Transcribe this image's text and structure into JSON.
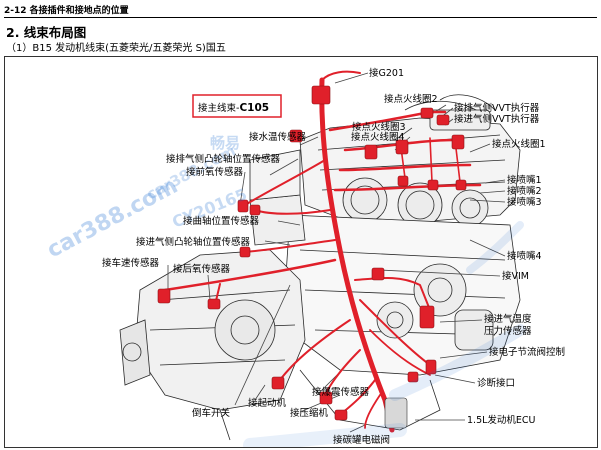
{
  "page_header": "2-12 各接插件和接地点的位置",
  "section_title": "2. 线束布局图",
  "sub_title": "（1）B15 发动机线束(五菱荣光/五菱荣光 S)国五",
  "labels": {
    "g201": "接G201",
    "main_harness_prefix": "接主线束-",
    "main_harness_code": "C105",
    "coil2": "接点火线圈2",
    "exhaust_vvt": "接排气侧VVT执行器",
    "intake_vvt": "接进气侧VVT执行器",
    "water_temp": "接水温传感器",
    "coil3": "接点火线圈3",
    "coil4": "接点火线圈4",
    "coil1": "接点火线圈1",
    "exhaust_cam": "接排气侧凸轮轴位置传感器",
    "front_o2": "接前氧传感器",
    "injector1": "接喷嘴1",
    "injector2": "接喷嘴2",
    "injector3": "接喷嘴3",
    "crank": "接曲轴位置传感器",
    "intake_cam": "接进气侧凸轮轴位置传感器",
    "injector4": "接喷嘴4",
    "speed": "接车速传感器",
    "rear_o2": "接后氧传感器",
    "vim": "接VIM",
    "intake_temp_1": "接进气温度",
    "intake_temp_2": "压力传感器",
    "throttle": "接电子节流阀控制",
    "diag": "诊断接口",
    "starter": "接起动机",
    "knock": "接爆震传感器",
    "reverse": "倒车开关",
    "compressor": "接压缩机",
    "ecu": "1.5L发动机ECU",
    "canister": "接碳罐电磁阀"
  },
  "watermarks": {
    "mark1": "car388.com",
    "mark2": "car388.com",
    "mark3": "CY20165",
    "mark4": "畅易"
  },
  "colors": {
    "harness": "#e0202a",
    "engine_line": "#2a2a2a",
    "highlight_box": "#e0202a",
    "watermark": "#1f6fd1"
  }
}
